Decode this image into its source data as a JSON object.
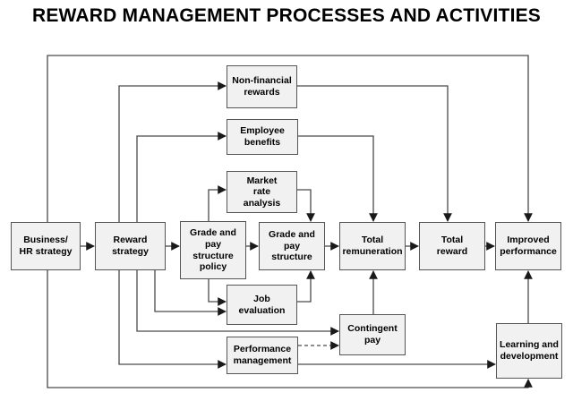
{
  "title": "REWARD MANAGEMENT PROCESSES AND ACTIVITIES",
  "colors": {
    "background": "#ffffff",
    "box_fill": "#f1f1f1",
    "box_border": "#555555",
    "line": "#4a4a4a",
    "title_color": "#000000"
  },
  "diagram": {
    "nodes": [
      {
        "id": "business-hr-strategy",
        "label": "Business/\nHR strategy"
      },
      {
        "id": "reward-strategy",
        "label": "Reward\nstrategy"
      },
      {
        "id": "grade-pay-structure-policy",
        "label": "Grade and\npay\nstructure\npolicy"
      },
      {
        "id": "grade-pay-structure",
        "label": "Grade and\npay\nstructure"
      },
      {
        "id": "total-remuneration",
        "label": "Total\nremuneration"
      },
      {
        "id": "total-reward",
        "label": "Total\nreward"
      },
      {
        "id": "improved-performance",
        "label": "Improved\nperformance"
      },
      {
        "id": "non-financial-rewards",
        "label": "Non-financial\nrewards"
      },
      {
        "id": "employee-benefits",
        "label": "Employee\nbenefits"
      },
      {
        "id": "market-rate-analysis",
        "label": "Market\nrate\nanalysis"
      },
      {
        "id": "job-evaluation",
        "label": "Job\nevaluation"
      },
      {
        "id": "contingent-pay",
        "label": "Contingent\npay"
      },
      {
        "id": "performance-management",
        "label": "Performance\nmanagement"
      },
      {
        "id": "learning-development",
        "label": "Learning and\ndevelopment"
      }
    ],
    "edges": [
      {
        "from": "business-hr-strategy",
        "to": "reward-strategy",
        "style": "solid"
      },
      {
        "from": "reward-strategy",
        "to": "grade-pay-structure-policy",
        "style": "solid"
      },
      {
        "from": "grade-pay-structure-policy",
        "to": "grade-pay-structure",
        "style": "solid"
      },
      {
        "from": "grade-pay-structure",
        "to": "total-remuneration",
        "style": "solid"
      },
      {
        "from": "total-remuneration",
        "to": "total-reward",
        "style": "solid"
      },
      {
        "from": "total-reward",
        "to": "improved-performance",
        "style": "solid"
      },
      {
        "from": "business-hr-strategy",
        "to": "improved-performance",
        "style": "solid"
      },
      {
        "from": "business-hr-strategy",
        "to": "learning-development",
        "style": "solid"
      },
      {
        "from": "reward-strategy",
        "to": "non-financial-rewards",
        "style": "solid"
      },
      {
        "from": "reward-strategy",
        "to": "employee-benefits",
        "style": "solid"
      },
      {
        "from": "reward-strategy",
        "to": "job-evaluation",
        "style": "solid"
      },
      {
        "from": "reward-strategy",
        "to": "contingent-pay",
        "style": "solid"
      },
      {
        "from": "reward-strategy",
        "to": "performance-management",
        "style": "solid"
      },
      {
        "from": "grade-pay-structure-policy",
        "to": "market-rate-analysis",
        "style": "solid"
      },
      {
        "from": "grade-pay-structure-policy",
        "to": "job-evaluation",
        "style": "solid"
      },
      {
        "from": "market-rate-analysis",
        "to": "grade-pay-structure",
        "style": "solid"
      },
      {
        "from": "job-evaluation",
        "to": "grade-pay-structure",
        "style": "solid"
      },
      {
        "from": "non-financial-rewards",
        "to": "total-reward",
        "style": "solid"
      },
      {
        "from": "employee-benefits",
        "to": "total-remuneration",
        "style": "solid"
      },
      {
        "from": "contingent-pay",
        "to": "total-remuneration",
        "style": "solid"
      },
      {
        "from": "performance-management",
        "to": "contingent-pay",
        "style": "dashed"
      },
      {
        "from": "performance-management",
        "to": "learning-development",
        "style": "solid"
      },
      {
        "from": "learning-development",
        "to": "improved-performance",
        "style": "solid"
      }
    ]
  }
}
